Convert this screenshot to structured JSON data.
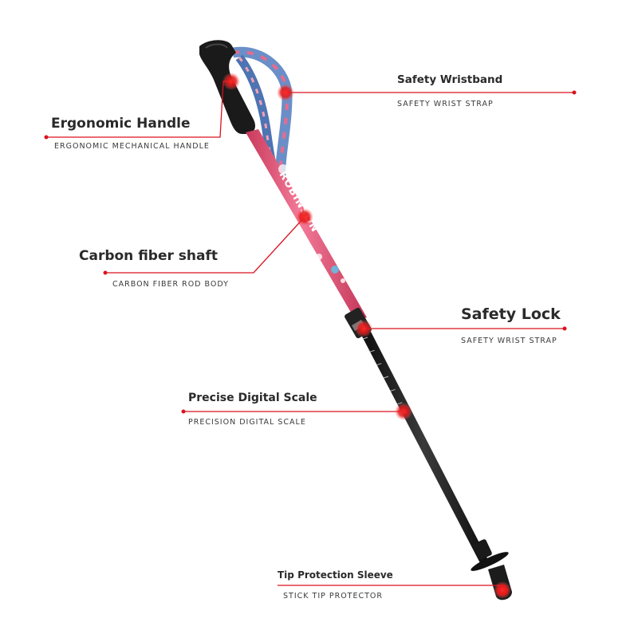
{
  "brand_text": "ROBINSON",
  "colors": {
    "accent": "#d9121f",
    "shaft_pink": "#e8587a",
    "shaft_black": "#1c1c1c",
    "grip": "#1a1a1a"
  },
  "callouts": {
    "wristband": {
      "title": "Safety Wristband",
      "subtitle": "SAFETY WRIST STRAP"
    },
    "handle": {
      "title": "Ergonomic Handle",
      "subtitle": "ERGONOMIC MECHANICAL HANDLE"
    },
    "shaft": {
      "title": "Carbon fiber shaft",
      "subtitle": "CARBON FIBER ROD BODY"
    },
    "lock": {
      "title": "Safety Lock",
      "subtitle": "SAFETY WRIST STRAP"
    },
    "scale": {
      "title": "Precise Digital Scale",
      "subtitle": "PRECISION DIGITAL SCALE"
    },
    "tip": {
      "title": "Tip Protection Sleeve",
      "subtitle": "STICK TIP PROTECTOR"
    }
  }
}
